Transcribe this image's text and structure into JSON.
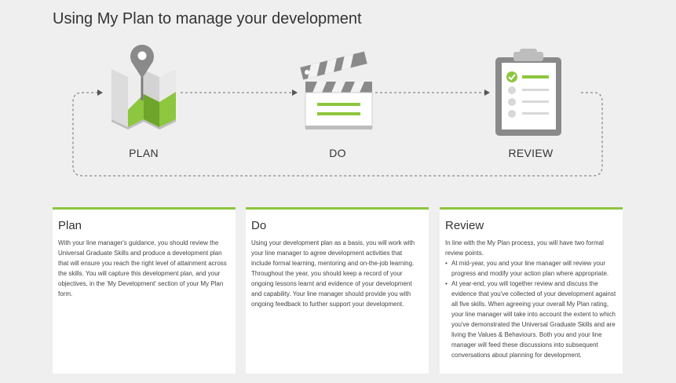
{
  "header": {
    "title": "Using My Plan to manage your development"
  },
  "colors": {
    "accent": "#8dc63f",
    "gray": "#8a8a8a",
    "background": "#efefef"
  },
  "flow": {
    "steps": [
      {
        "label": "PLAN",
        "icon": "map-pin-icon"
      },
      {
        "label": "DO",
        "icon": "clapperboard-icon"
      },
      {
        "label": "REVIEW",
        "icon": "clipboard-checklist-icon"
      }
    ]
  },
  "cards": {
    "plan": {
      "title": "Plan",
      "body": "With your line manager's guidance, you should review the Universal Graduate Skills and produce a development plan that will ensure you reach the right level of attainment across the skills. You will capture this development plan, and your objectives, in the 'My Development' section of your My Plan form."
    },
    "do": {
      "title": "Do",
      "body": "Using your development plan as a basis, you will work with your line manager to agree development activities that include formal learning, mentoring and on-the-job learning. Throughout the year, you should keep a record of your ongoing lessons learnt and evidence of your development and capability. Your line manager should provide you with ongoing feedback to further support your development."
    },
    "review": {
      "title": "Review",
      "intro": "In line with the My Plan process, you will have two formal review points.",
      "points": [
        "At mid-year, you and your line manager will review your progress and modify your action plan where appropriate.",
        "At year-end, you will together review and discuss the evidence that you've collected of your development against all five skills. When agreeing your overall My Plan rating, your line manager will take into account the extent to which you've demonstrated the Universal Graduate Skills and are living the Values & Behaviours. Both you and your line manager will feed these discussions into subsequent conversations about planning for development."
      ]
    }
  }
}
